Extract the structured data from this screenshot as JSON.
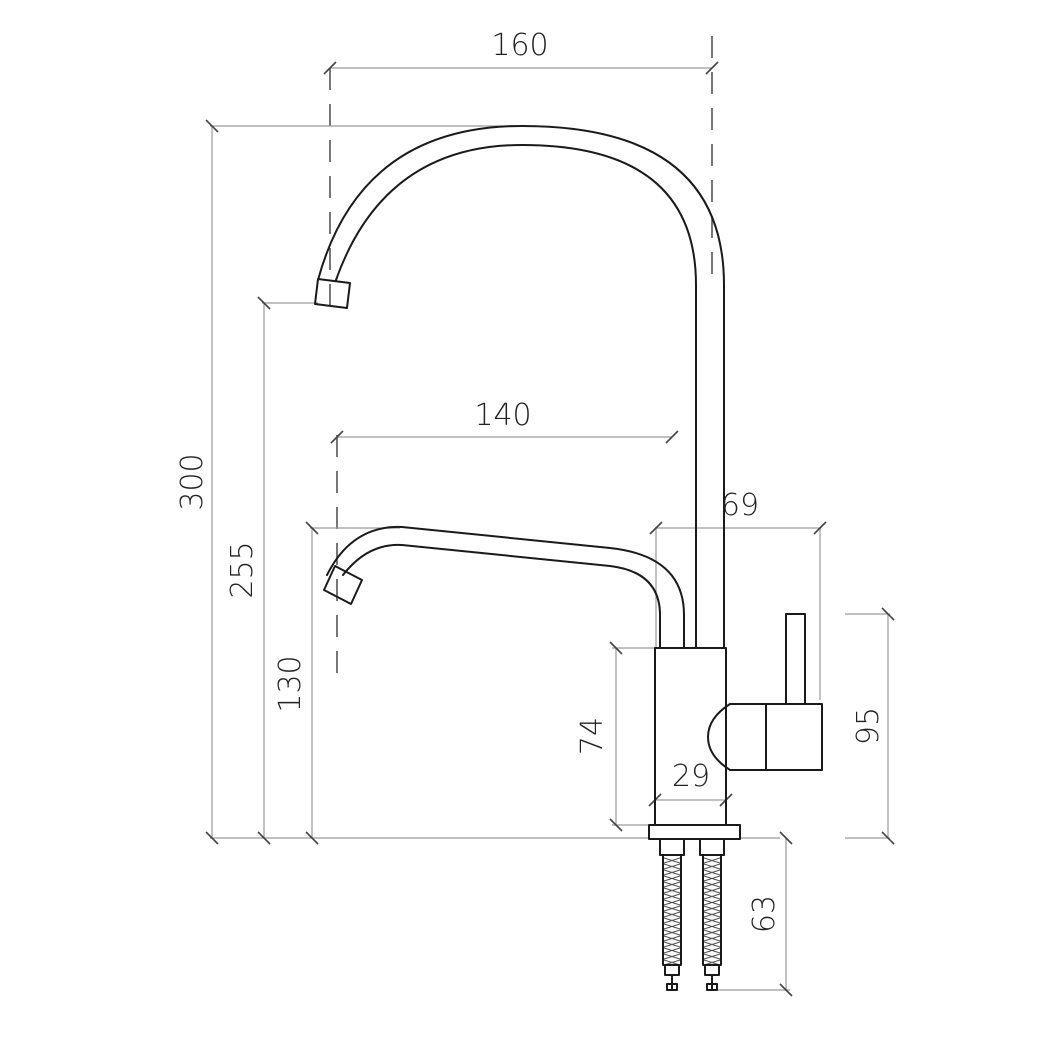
{
  "dimensions": {
    "top_spout_reach": "160",
    "low_spout_reach": "140",
    "total_height": "300",
    "top_outlet_height": "255",
    "low_outlet_height": "130",
    "handle_offset": "69",
    "body_height": "74",
    "body_diameter": "29",
    "handle_height": "95",
    "hose_length": "63"
  }
}
